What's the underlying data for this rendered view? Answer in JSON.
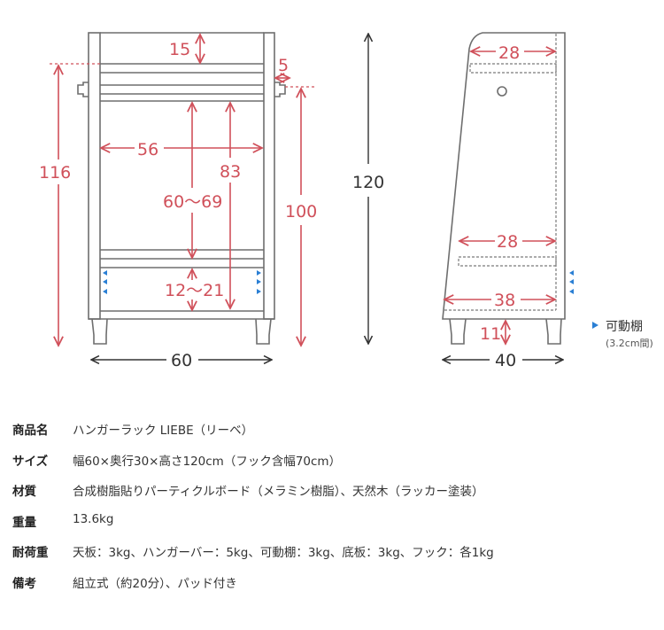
{
  "diagram": {
    "front_view": {
      "top_gap": "15",
      "hook_depth": "5",
      "inner_width": "56",
      "hanger_height": "83",
      "total_hook_height": "116",
      "shelf_range_top": "60〜69",
      "hook_height": "100",
      "shelf_range_bottom": "12〜21",
      "total_width": "60"
    },
    "total_height": "120",
    "side_view": {
      "top_depth": "28",
      "shelf_depth": "28",
      "bottom_depth": "38",
      "leg_height": "11",
      "total_depth": "40"
    },
    "legend": {
      "label": "可動棚",
      "note": "(3.2cm間)",
      "marker_color": "#2a7fd4"
    },
    "colors": {
      "dimension": "#d0505a",
      "outline": "#6e6e6e",
      "overall": "#333333"
    }
  },
  "spec": [
    {
      "key": "商品名",
      "value": "ハンガーラック LIEBE（リーベ）"
    },
    {
      "key": "サイズ",
      "value": "幅60×奥行30×高さ120cm（フック含幅70cm）"
    },
    {
      "key": "材質",
      "value": "合成樹脂貼りパーティクルボード（メラミン樹脂）、天然木（ラッカー塗装）"
    },
    {
      "key": "重量",
      "value": "13.6kg"
    },
    {
      "key": "耐荷重",
      "value": "天板：3kg、ハンガーバー：5kg、可動棚：3kg、底板：3kg、フック：各1kg"
    },
    {
      "key": "備考",
      "value": "組立式（約20分）、パッド付き"
    }
  ]
}
